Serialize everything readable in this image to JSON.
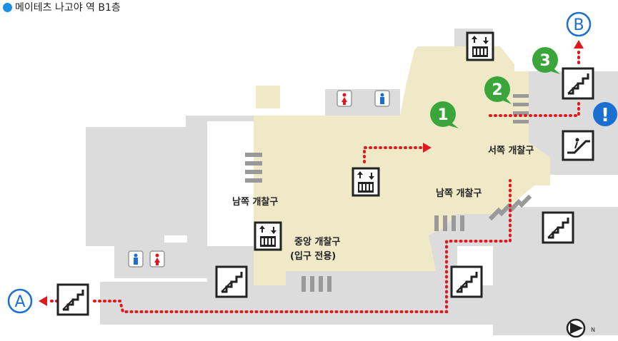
{
  "title": "메이테츠 나고야 역 B1층",
  "colors": {
    "floor_gray": "#dcdcdc",
    "concourse": "#efe9c8",
    "route": "#e0191e",
    "green": "#3aa53a",
    "blue": "#1a6fd0"
  },
  "gates": {
    "south_left": "남쪽 개찰구",
    "south_right": "남쪽 개찰구",
    "west": "서쪽 개찰구",
    "central_line1": "중앙 개찰구",
    "central_line2": "(입구 전용)"
  },
  "markers": {
    "step1": "1",
    "step2": "2",
    "step3": "3",
    "exit_a": "A",
    "exit_b": "B",
    "notice": "!"
  },
  "icons": [
    "elevator-icon",
    "stairs-icon",
    "escalator-icon",
    "toilet-male-icon",
    "toilet-female-icon",
    "compass-icon"
  ],
  "compass_letter": "N"
}
